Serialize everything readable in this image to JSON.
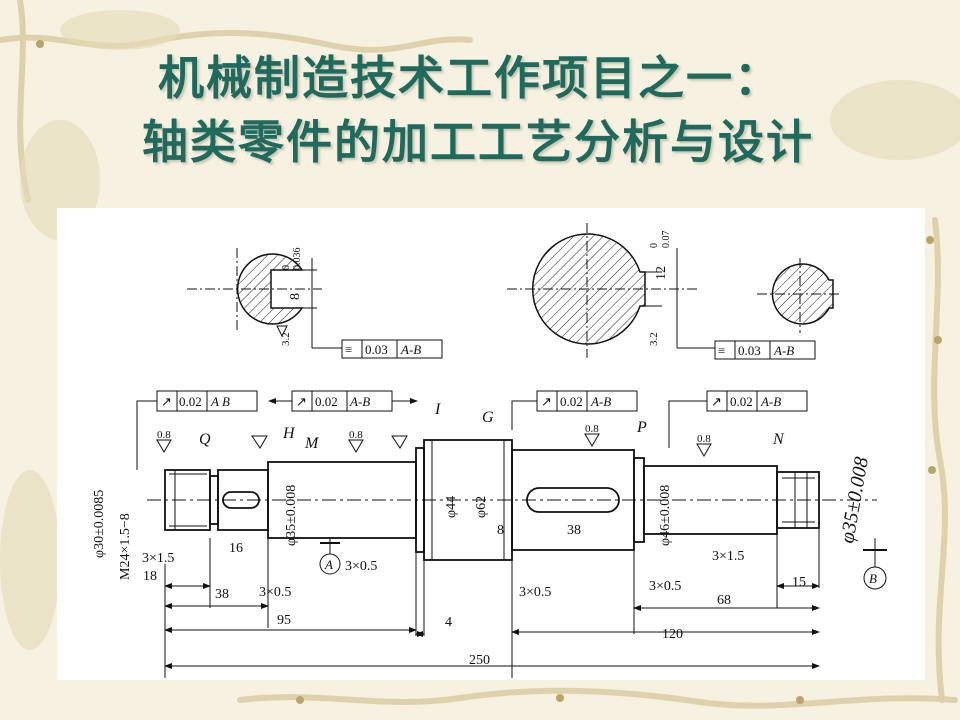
{
  "slide": {
    "title_line1": "机械制造技术工作项目之一：",
    "title_line2": "轴类零件的加工工艺分析与设计",
    "title_color": "#1f6a5c"
  },
  "drawing": {
    "section1": {
      "keyway_dim": "8",
      "tol_upper": "0",
      "tol_lower": "0.036",
      "roughness": "3.2",
      "sym_tol": "0.03",
      "sym_datum": "A-B"
    },
    "section2": {
      "keyway_dim": "12",
      "tol_upper": "0",
      "tol_lower": "0.07",
      "roughness": "3.2",
      "sym_tol": "0.03",
      "sym_datum": "A-B"
    },
    "runout_frames": [
      {
        "value": "0.02",
        "datum": "A  B"
      },
      {
        "value": "0.02",
        "datum": "A-B"
      },
      {
        "value": "0.02",
        "datum": "A-B"
      },
      {
        "value": "0.02",
        "datum": "A-B"
      }
    ],
    "letters": {
      "Q": "Q",
      "H": "H",
      "M": "M",
      "I": "I",
      "G": "G",
      "P": "P",
      "N": "N",
      "A": "A",
      "B": "B"
    },
    "roughness": "0.8",
    "diameters": {
      "d30": "φ30±0.0085",
      "m24": "M24×1.5−8",
      "d35": "φ35±0.008",
      "d44": "φ44",
      "d62": "φ62",
      "d46": "φ46±0.008",
      "d35r": "φ35±0.008"
    },
    "dims": {
      "chamfer1": "3×1.5",
      "len16": "16",
      "len18": "18",
      "len38a": "38",
      "chamfer_a": "3×0.5",
      "chamfer_b": "3×0.5",
      "len95": "95",
      "len4": "4",
      "len8": "8",
      "len38b": "38",
      "chamfer_c": "3×0.5",
      "chamfer_d": "3×0.5",
      "chamfer_e": "3×1.5",
      "len15": "15",
      "len68": "68",
      "len120": "120",
      "len250": "250"
    }
  }
}
